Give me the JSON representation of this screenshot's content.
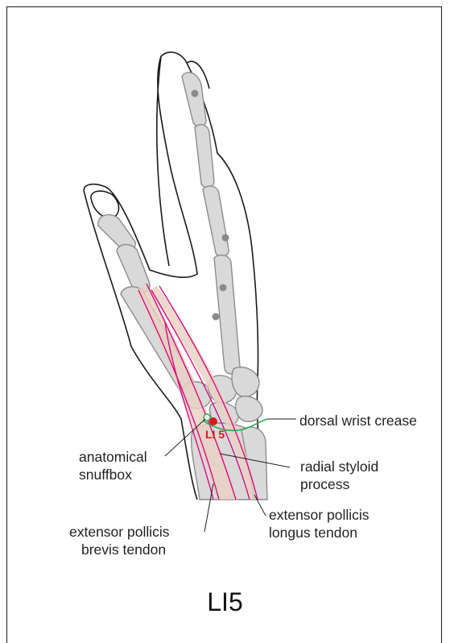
{
  "title": "LI5",
  "point": {
    "code": "LI 5",
    "color": "#d7191c"
  },
  "labels": {
    "dorsal_wrist_crease": "dorsal wrist crease",
    "anatomical_snuffbox_1": "anatomical",
    "anatomical_snuffbox_2": "snuffbox",
    "radial_styloid_1": "radial styloid",
    "radial_styloid_2": "process",
    "epl_1": "extensor pollicis",
    "epl_2": "longus tendon",
    "epb_1": "extensor pollicis",
    "epb_2": "brevis tendon"
  },
  "colors": {
    "bone_fill": "#d9d9d9",
    "bone_stroke": "#8c8c8c",
    "tendon_fill": "#e8cfc0",
    "tendon_line": "#d6007e",
    "crease_line": "#2fa84f",
    "outline": "#1a1a1a",
    "marker_gray": "#8a8a8a"
  }
}
